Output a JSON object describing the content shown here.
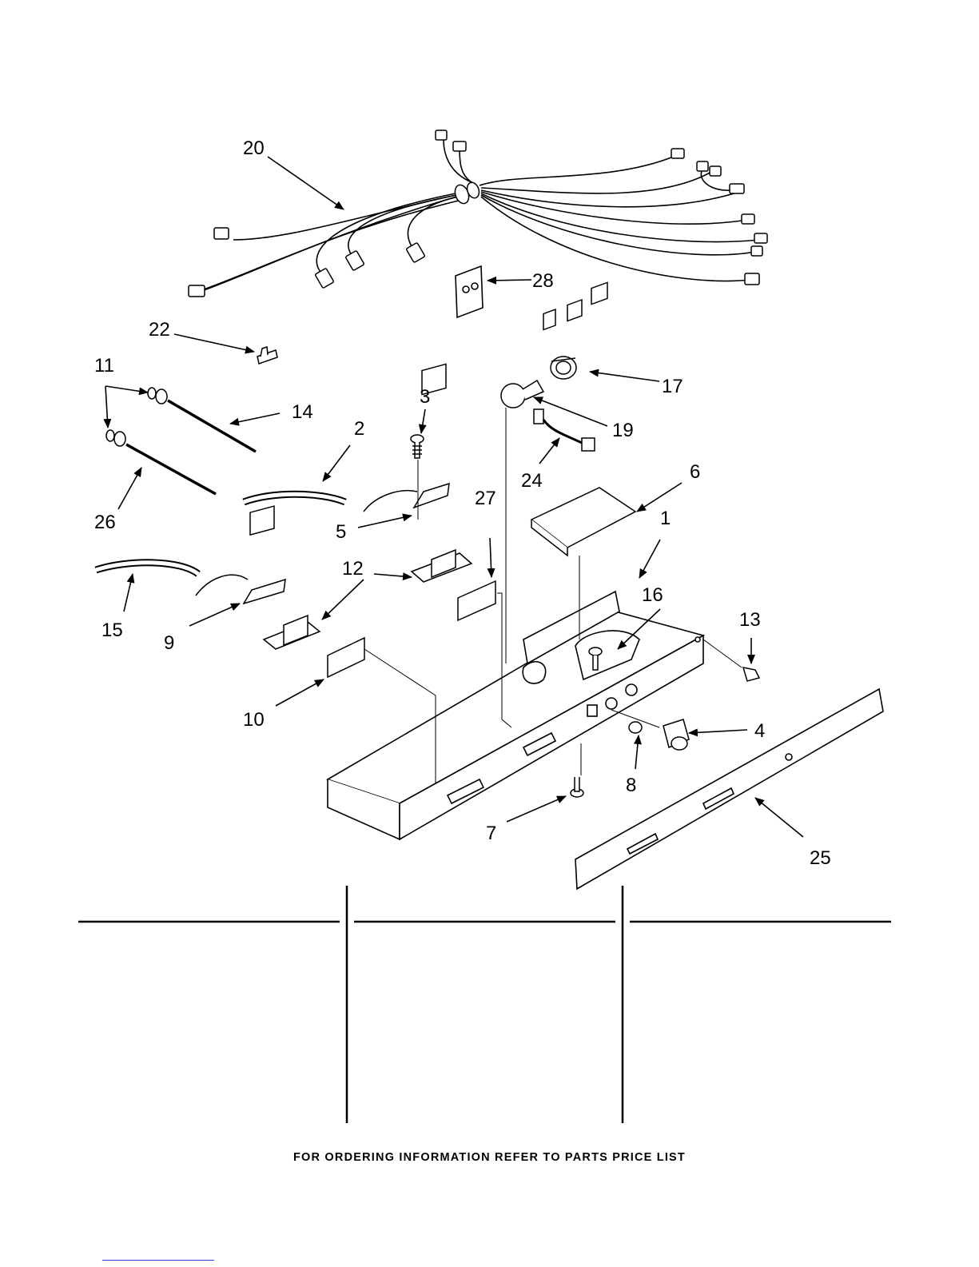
{
  "callouts": [
    {
      "id": "c20",
      "label": "20"
    },
    {
      "id": "c28",
      "label": "28"
    },
    {
      "id": "c22",
      "label": "22"
    },
    {
      "id": "c11",
      "label": "11"
    },
    {
      "id": "c14",
      "label": "14"
    },
    {
      "id": "c3",
      "label": "3"
    },
    {
      "id": "c17",
      "label": "17"
    },
    {
      "id": "c19",
      "label": "19"
    },
    {
      "id": "c24",
      "label": "24"
    },
    {
      "id": "c2",
      "label": "2"
    },
    {
      "id": "c26",
      "label": "26"
    },
    {
      "id": "c5",
      "label": "5"
    },
    {
      "id": "c27",
      "label": "27"
    },
    {
      "id": "c6",
      "label": "6"
    },
    {
      "id": "c1",
      "label": "1"
    },
    {
      "id": "c12",
      "label": "12"
    },
    {
      "id": "c16",
      "label": "16"
    },
    {
      "id": "c15",
      "label": "15"
    },
    {
      "id": "c9",
      "label": "9"
    },
    {
      "id": "c13",
      "label": "13"
    },
    {
      "id": "c10",
      "label": "10"
    },
    {
      "id": "c4",
      "label": "4"
    },
    {
      "id": "c8",
      "label": "8"
    },
    {
      "id": "c7",
      "label": "7"
    },
    {
      "id": "c25",
      "label": "25"
    }
  ],
  "footer": {
    "text": "FOR ORDERING INFORMATION REFER TO PARTS PRICE LIST"
  }
}
